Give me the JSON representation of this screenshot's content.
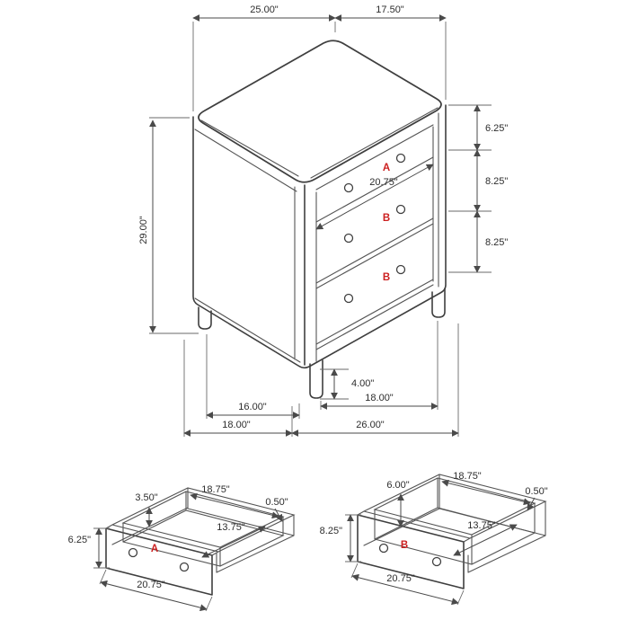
{
  "colors": {
    "line": "#3f3f3f",
    "dimension": "#4a4a4a",
    "accent_red": "#cc2020",
    "background": "#ffffff"
  },
  "chest": {
    "dim_top_width": "25.00\"",
    "dim_top_depth": "17.50\"",
    "dim_height": "29.00\"",
    "dim_section_top": "6.25\"",
    "dim_section_mid": "8.25\"",
    "dim_section_bot": "8.25\"",
    "dim_drawer_front_width": "20.75\"",
    "dim_leg_height": "4.00\"",
    "dim_leg_span_side": "16.00\"",
    "dim_leg_span_front": "18.00\"",
    "dim_overall_depth": "18.00\"",
    "dim_overall_width": "26.00\"",
    "label_drawer_a": "A",
    "label_drawer_b1": "B",
    "label_drawer_b2": "B"
  },
  "drawer_a": {
    "label": "A",
    "dim_side_height": "3.50\"",
    "dim_inner_width": "18.75\"",
    "dim_wall_thickness": "0.50\"",
    "dim_front_height": "6.25\"",
    "dim_inner_depth": "13.75\"",
    "dim_front_width": "20.75\""
  },
  "drawer_b": {
    "label": "B",
    "dim_side_height": "6.00\"",
    "dim_inner_width": "18.75\"",
    "dim_wall_thickness": "0.50\"",
    "dim_front_height": "8.25\"",
    "dim_inner_depth": "13.75\"",
    "dim_front_width": "20.75\""
  }
}
